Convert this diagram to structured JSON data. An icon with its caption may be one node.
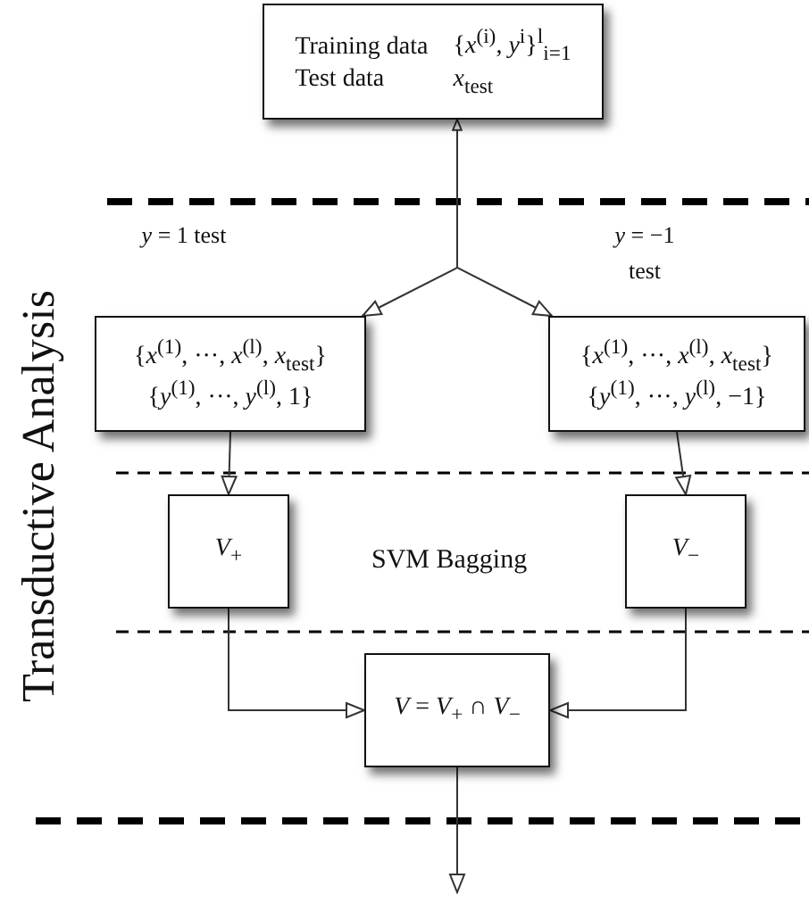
{
  "diagram": {
    "nodes": [
      {
        "text": [
          "Training data",
          "{*x*$^{(i)}$, *y*$^{i}$}$^{l}$$_{i=1}$",
          "Test data",
          "*x*$_{test}$"
        ]
      },
      {
        "text": [
          "{*x*$^{(1)}$, ···, *x*$^{(l)}$, *x*$_{test}$}",
          "{*y*$^{(1)}$, ···, *y*$^{(l)}$, 1}"
        ],
        "beside": [
          "*y* = 1 test"
        ]
      },
      {
        "text": [
          "{*x*$^{(1)}$, ···, *x*$^{(l)}$, *x*$_{test}$}",
          "{*y*$^{(1)}$, ···, *y*$^{(l)}$, −1}"
        ],
        "beside": [
          "*y* = −1 test"
        ]
      },
      {
        "text": [
          "*V*$_{+}$"
        ]
      },
      {
        "text": [
          "*V*$_{−}$"
        ]
      },
      {
        "text": [
          "*V* = *V*$_{+}$ ∩ *V*$_{−}$"
        ]
      }
    ],
    "edges": [
      {
        "from": 0,
        "to": 1,
        "arrow": "both"
      },
      {
        "from": 0,
        "to": 2,
        "arrow": "both"
      },
      {
        "from": 1,
        "to": 3,
        "arrow": "to"
      },
      {
        "from": 2,
        "to": 4,
        "arrow": "to"
      },
      {
        "from": 3,
        "to": 5,
        "arrow": "to"
      },
      {
        "from": 4,
        "to": 5,
        "arrow": "to"
      },
      {
        "from": 5,
        "to": null,
        "arrow": "to"
      }
    ],
    "labels": [
      "Transductive Analysis",
      "SVM Bagging"
    ]
  }
}
